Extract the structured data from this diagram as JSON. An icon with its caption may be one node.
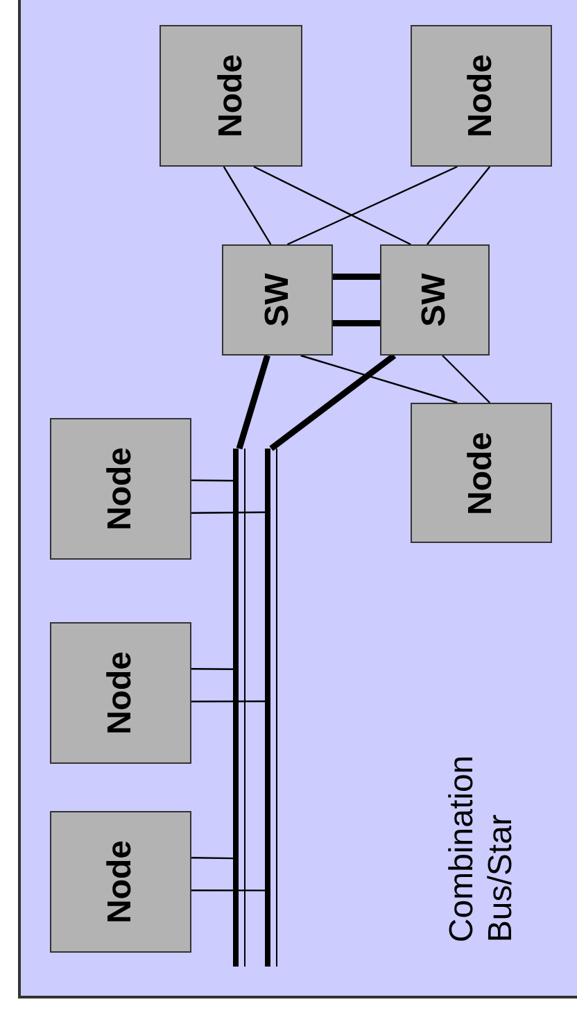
{
  "diagram": {
    "nodes": [
      {
        "text": [
          "Node"
        ]
      },
      {
        "text": [
          "Node"
        ]
      },
      {
        "text": [
          "SW"
        ]
      },
      {
        "text": [
          "SW"
        ]
      },
      {
        "text": [
          "Node"
        ]
      },
      {
        "text": [
          "Node"
        ]
      },
      {
        "text": [
          "Node"
        ]
      },
      {
        "text": [
          "Node"
        ]
      },
      {
        "text": [],
        "shape": "bar"
      },
      {
        "text": [],
        "shape": "bar"
      }
    ],
    "edges": [
      {
        "from": 0,
        "to": 2,
        "arrow": "none"
      },
      {
        "from": 0,
        "to": 3,
        "arrow": "none"
      },
      {
        "from": 1,
        "to": 2,
        "arrow": "none"
      },
      {
        "from": 1,
        "to": 3,
        "arrow": "none"
      },
      {
        "from": 2,
        "to": 3,
        "arrow": "none",
        "style": "thick"
      },
      {
        "from": 2,
        "to": 3,
        "arrow": "none",
        "style": "thick"
      },
      {
        "from": 2,
        "to": 4,
        "arrow": "none"
      },
      {
        "from": 3,
        "to": 4,
        "arrow": "none"
      },
      {
        "from": 2,
        "to": 8,
        "arrow": "none",
        "style": "thick"
      },
      {
        "from": 3,
        "to": 9,
        "arrow": "none",
        "style": "thick"
      },
      {
        "from": 5,
        "to": 8,
        "arrow": "none"
      },
      {
        "from": 5,
        "to": 9,
        "arrow": "none"
      },
      {
        "from": 6,
        "to": 8,
        "arrow": "none"
      },
      {
        "from": 6,
        "to": 9,
        "arrow": "none"
      },
      {
        "from": 7,
        "to": 8,
        "arrow": "none"
      },
      {
        "from": 7,
        "to": 9,
        "arrow": "none"
      }
    ],
    "labels": [
      "Combination Bus/Star"
    ]
  }
}
